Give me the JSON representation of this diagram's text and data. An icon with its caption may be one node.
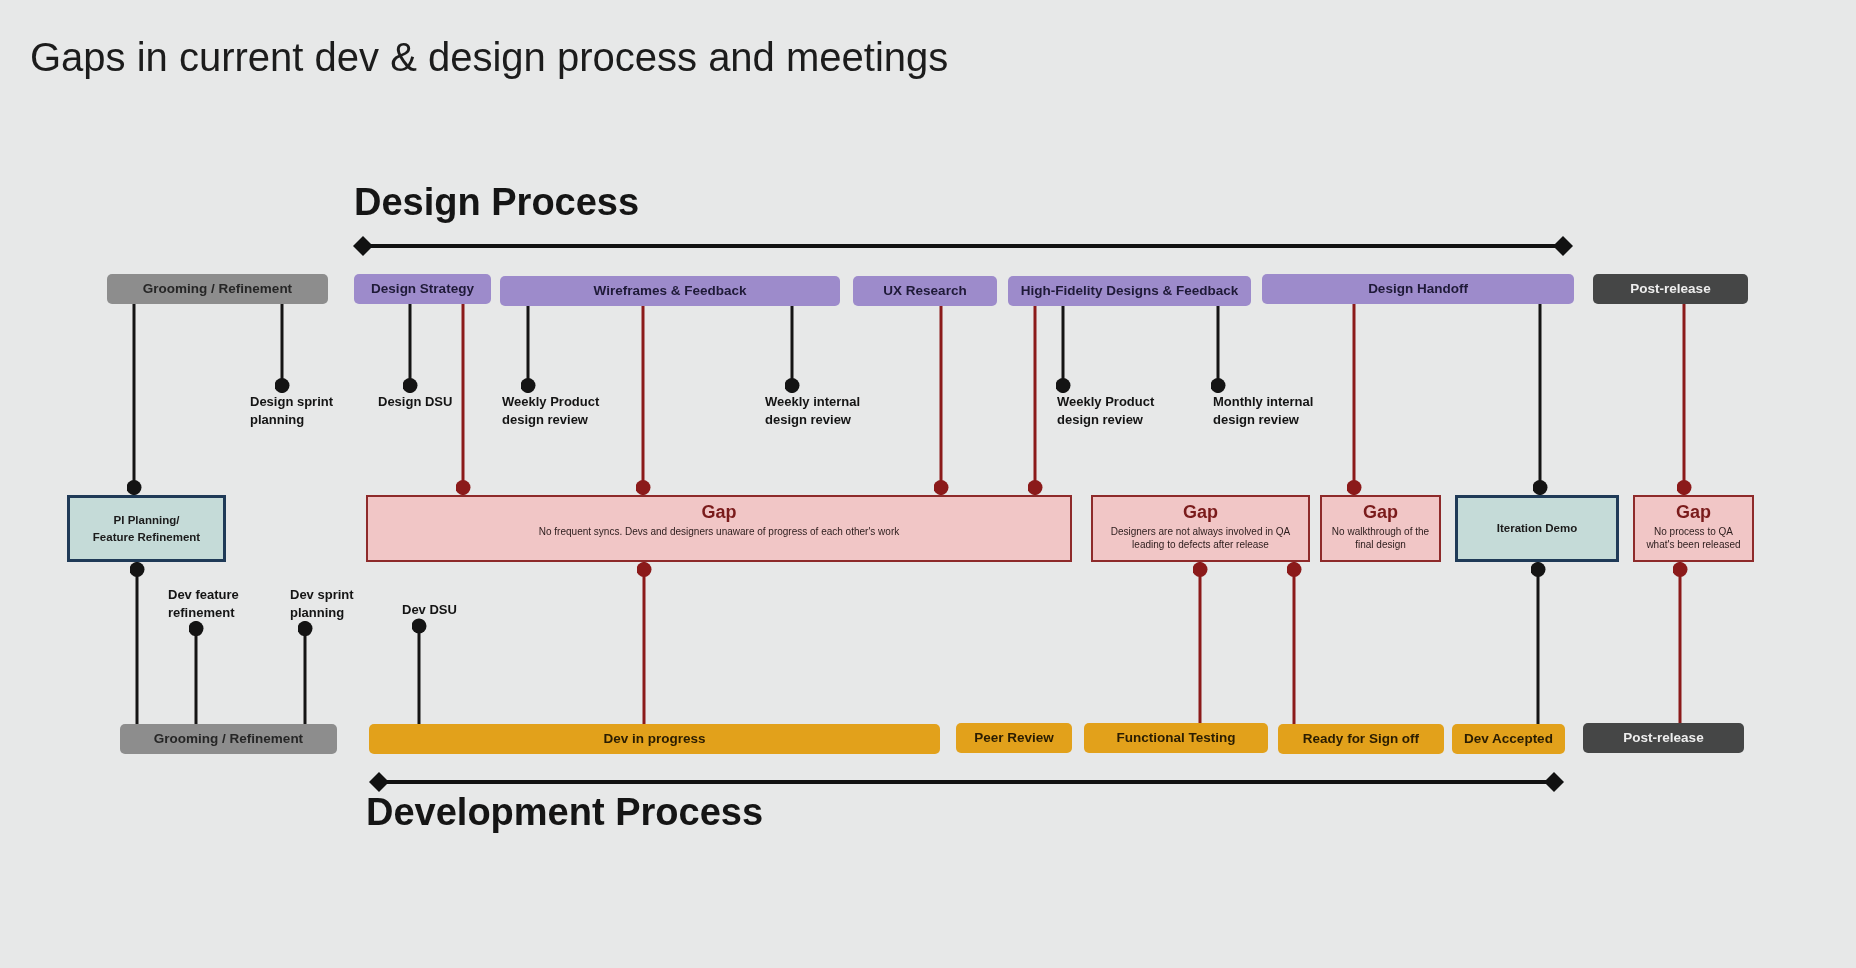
{
  "diagram": {
    "title": "Gaps in current dev & design process and meetings",
    "nodes": [
      {
        "text": [
          "Grooming / Refinement"
        ]
      },
      {
        "text": [
          "Design Strategy"
        ]
      },
      {
        "text": [
          "Wireframes & Feedback"
        ]
      },
      {
        "text": [
          "UX Research"
        ]
      },
      {
        "text": [
          "High-Fidelity Designs & Feedback"
        ]
      },
      {
        "text": [
          "Design Handoff"
        ]
      },
      {
        "text": [
          "Post-release"
        ]
      },
      {
        "text": [
          "Design sprint planning"
        ]
      },
      {
        "text": [
          "Design DSU"
        ]
      },
      {
        "text": [
          "Weekly Product design review"
        ]
      },
      {
        "text": [
          "Weekly internal design review"
        ]
      },
      {
        "text": [
          "Weekly Product design review"
        ]
      },
      {
        "text": [
          "Monthly internal design review"
        ]
      },
      {
        "text": [
          "PI Planning/ Feature Refinement"
        ]
      },
      {
        "text": [
          "Gap",
          "No frequent syncs. Devs and designers unaware of progress of each other's work"
        ]
      },
      {
        "text": [
          "Gap",
          "Designers are not always involved in QA leading to defects after release"
        ]
      },
      {
        "text": [
          "Gap",
          "No walkthrough of the final design"
        ]
      },
      {
        "text": [
          "Iteration Demo"
        ]
      },
      {
        "text": [
          "Gap",
          "No process to QA what's been released"
        ]
      },
      {
        "text": [
          "Dev feature refinement"
        ]
      },
      {
        "text": [
          "Dev sprint planning"
        ]
      },
      {
        "text": [
          "Dev DSU"
        ]
      },
      {
        "text": [
          "Grooming / Refinement"
        ]
      },
      {
        "text": [
          "Dev in progress"
        ]
      },
      {
        "text": [
          "Peer Review"
        ]
      },
      {
        "text": [
          "Functional Testing"
        ]
      },
      {
        "text": [
          "Ready for Sign off"
        ]
      },
      {
        "text": [
          "Dev Accepted"
        ]
      },
      {
        "text": [
          "Post-release"
        ]
      }
    ],
    "edges": [
      {
        "from": 0,
        "to": 13,
        "arrow": "other"
      },
      {
        "from": 0,
        "to": 7,
        "arrow": "other"
      },
      {
        "from": 1,
        "to": 8,
        "arrow": "other"
      },
      {
        "from": 1,
        "to": 14,
        "arrow": "other",
        "color": "#8b1a1a"
      },
      {
        "from": 2,
        "to": 9,
        "arrow": "other"
      },
      {
        "from": 2,
        "to": 14,
        "arrow": "other",
        "color": "#8b1a1a"
      },
      {
        "from": 2,
        "to": 10,
        "arrow": "other"
      },
      {
        "from": 3,
        "to": 14,
        "arrow": "other",
        "color": "#8b1a1a"
      },
      {
        "from": 4,
        "to": 14,
        "arrow": "other",
        "color": "#8b1a1a"
      },
      {
        "from": 4,
        "to": 11,
        "arrow": "other"
      },
      {
        "from": 4,
        "to": 12,
        "arrow": "other"
      },
      {
        "from": 5,
        "to": 16,
        "arrow": "other",
        "color": "#8b1a1a"
      },
      {
        "from": 5,
        "to": 17,
        "arrow": "other"
      },
      {
        "from": 6,
        "to": 18,
        "arrow": "other",
        "color": "#8b1a1a"
      },
      {
        "from": 22,
        "to": 13,
        "arrow": "other"
      },
      {
        "from": 22,
        "to": 19,
        "arrow": "other"
      },
      {
        "from": 22,
        "to": 20,
        "arrow": "other"
      },
      {
        "from": 23,
        "to": 21,
        "arrow": "other"
      },
      {
        "from": 23,
        "to": 14,
        "arrow": "other",
        "color": "#8b1a1a"
      },
      {
        "from": 25,
        "to": 15,
        "arrow": "other",
        "color": "#8b1a1a"
      },
      {
        "from": 26,
        "to": 15,
        "arrow": "other",
        "color": "#8b1a1a"
      },
      {
        "from": 27,
        "to": 17,
        "arrow": "other"
      },
      {
        "from": 28,
        "to": 18,
        "arrow": "other",
        "color": "#8b1a1a"
      }
    ],
    "labels": [
      "Design Process",
      "Development Process"
    ]
  }
}
